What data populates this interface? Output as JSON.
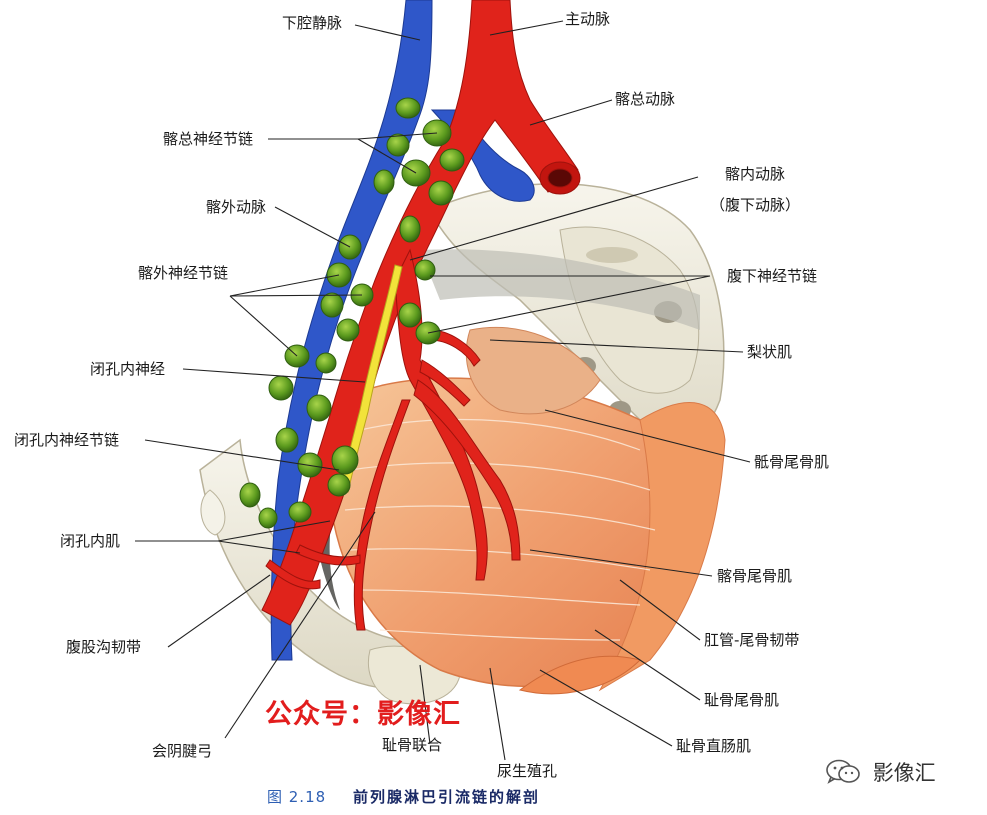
{
  "labels": {
    "ivc": "下腔静脉",
    "aorta": "主动脉",
    "common_iliac_artery": "髂总动脉",
    "common_iliac_chain": "髂总神经节链",
    "internal_iliac_artery": "髂内动脉",
    "hypogastric_artery": "（腹下动脉）",
    "external_iliac_artery": "髂外动脉",
    "hypogastric_chain": "腹下神经节链",
    "external_iliac_chain": "髂外神经节链",
    "piriformis": "梨状肌",
    "obturator_nerve": "闭孔内神经",
    "obturator_chain": "闭孔内神经节链",
    "sacrococcygeus": "骶骨尾骨肌",
    "obturator_internus": "闭孔内肌",
    "iliococcygeus": "髂骨尾骨肌",
    "anococcygeal_ligament": "肛管-尾骨韧带",
    "inguinal_ligament": "腹股沟韧带",
    "pubococcygeus": "耻骨尾骨肌",
    "pubic_symphysis": "耻骨联合",
    "puborectalis": "耻骨直肠肌",
    "tendinous_arch": "会阴腱弓",
    "urogenital_hiatus": "尿生殖孔"
  },
  "watermark": "公众号：影像汇",
  "caption": {
    "number": "图 2.18",
    "title": "前列腺淋巴引流链的解剖"
  },
  "brand": {
    "name": "影像汇",
    "icon": "wechat-icon"
  },
  "colors": {
    "artery": "#e0231b",
    "vein": "#2f57c9",
    "node": "#5b9a1e",
    "nerve": "#f2e33a",
    "muscle": "#f0a070",
    "bone": "#efece0",
    "caption": "#26439c",
    "watermark": "#e21d1d"
  }
}
